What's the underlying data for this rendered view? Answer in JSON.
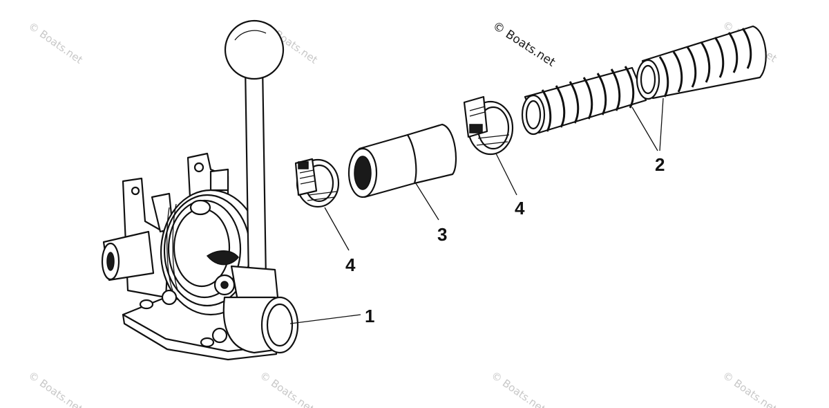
{
  "watermark": {
    "main_text": "© Boats.net",
    "tile_text": "© Boats.net"
  },
  "callouts": {
    "pump": "1",
    "hose": "2",
    "adapter": "3",
    "clamp_left": "4",
    "clamp_right": "4"
  }
}
